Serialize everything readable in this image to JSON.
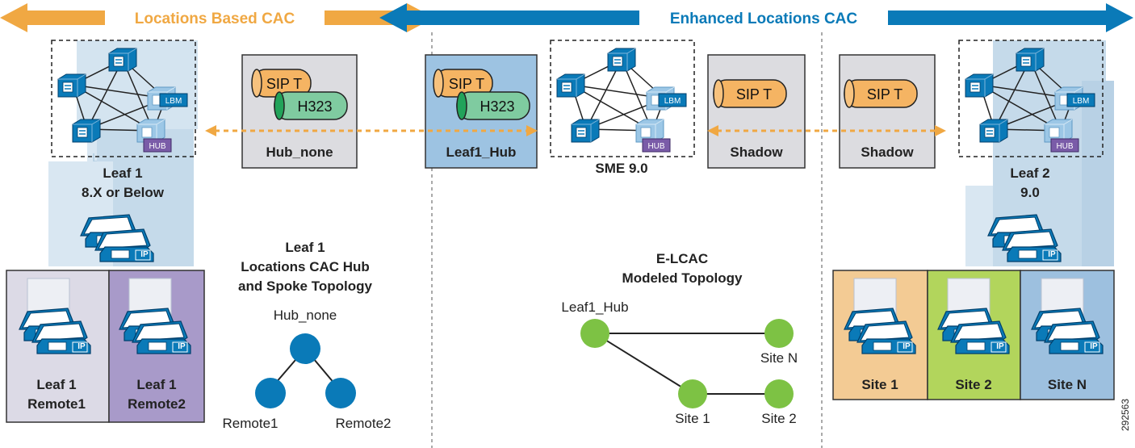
{
  "banner": {
    "left_label": "Locations Based CAC",
    "right_label": "Enhanced Locations CAC",
    "left_color": "#F0A843",
    "right_color": "#0A7AB8"
  },
  "colors": {
    "node_blue": "#0A7AB8",
    "node_green": "#7DC244",
    "sip_orange": "#F5B463",
    "h323_green": "#7FCBA0",
    "box_gray": "#DCDCE0",
    "box_blue": "#9DC3E2",
    "site1": "#F3CB94",
    "site2": "#B2D55C",
    "siteN": "#9DC0DF",
    "remote1": "#DCDAE6",
    "remote2": "#A89AC9"
  },
  "trunk_boxes": {
    "hub_none": {
      "sip": "SIP T",
      "h323": "H323",
      "label": "Hub_none"
    },
    "leaf1_hub": {
      "sip": "SIP T",
      "h323": "H323",
      "label": "Leaf1_Hub"
    },
    "shadow_mid": {
      "sip": "SIP T",
      "label": "Shadow"
    },
    "shadow_right": {
      "sip": "SIP T",
      "label": "Shadow"
    }
  },
  "clusters": {
    "leaf1": {
      "line1": "Leaf 1",
      "line2": "8.X or Below",
      "lbm": "LBM",
      "hub": "HUB"
    },
    "sme": {
      "label": "SME 9.0",
      "lbm": "LBM",
      "hub": "HUB"
    },
    "leaf2": {
      "line1": "Leaf 2",
      "line2": "9.0",
      "lbm": "LBM",
      "hub": "HUB"
    }
  },
  "phone_badge": "IP",
  "remotes": [
    {
      "line1": "Leaf 1",
      "line2": "Remote1"
    },
    {
      "line1": "Leaf 1",
      "line2": "Remote2"
    }
  ],
  "sites": [
    "Site 1",
    "Site 2",
    "Site N"
  ],
  "hub_spoke": {
    "title1": "Leaf 1",
    "title2": "Locations CAC Hub",
    "title3": "and Spoke Topology",
    "hub": "Hub_none",
    "spoke1": "Remote1",
    "spoke2": "Remote2"
  },
  "elcac": {
    "title1": "E-LCAC",
    "title2": "Modeled Topology",
    "hub": "Leaf1_Hub",
    "site_n": "Site N",
    "site1": "Site 1",
    "site2": "Site 2"
  },
  "figure_id": "292563"
}
